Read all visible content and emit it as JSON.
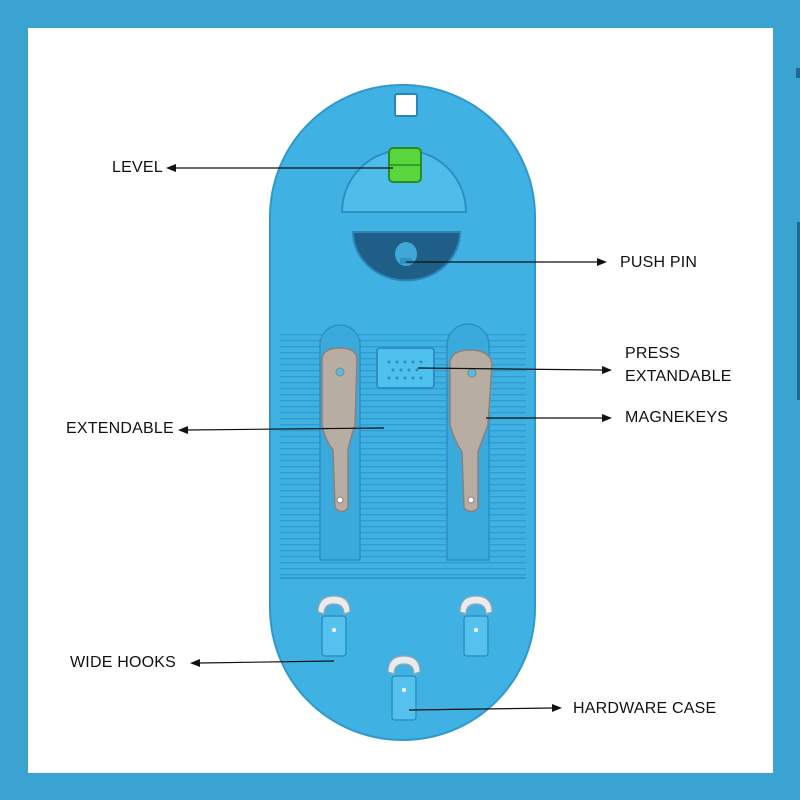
{
  "colors": {
    "frame": "#3ba3d1",
    "panel": "#ffffff",
    "body": "#3fb2e3",
    "body_dark": "#2e95c8",
    "slot": "#1f5e86",
    "level_vial": "#58d63c",
    "key_metal": "#b8ada3",
    "text": "#111111"
  },
  "labels": {
    "level": "LEVEL",
    "push_pin": "PUSH PIN",
    "press_extandable": [
      "PRESS",
      "EXTANDABLE"
    ],
    "extendable": "EXTENDABLE",
    "magnekeys": "MAGNEKEYS",
    "wide_hooks": "WIDE HOOKS",
    "hardware_case": "HARDWARE CASE"
  }
}
